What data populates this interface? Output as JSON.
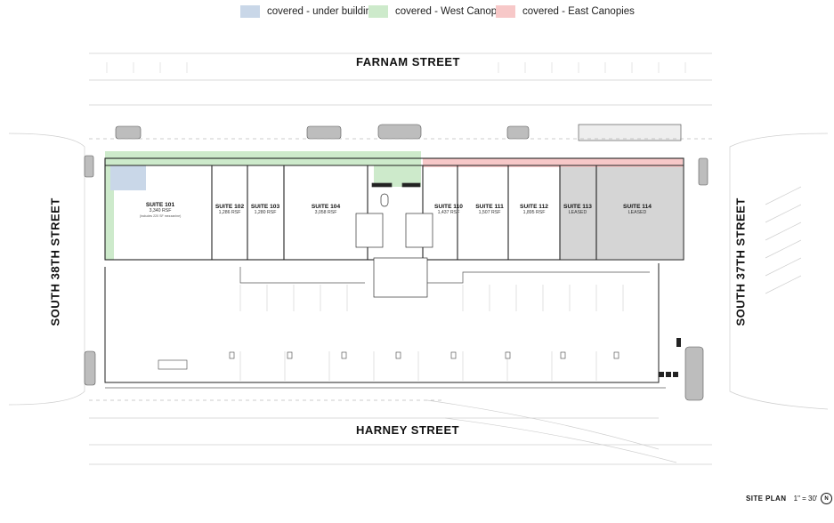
{
  "legend": [
    {
      "label": "covered - under building",
      "color": "#c9d7e8"
    },
    {
      "label": "covered - West Canopy",
      "color": "#cdeacb"
    },
    {
      "label": "covered - East Canopies",
      "color": "#f7c8c8"
    }
  ],
  "streets": {
    "north": "FARNAM STREET",
    "south": "HARNEY STREET",
    "west": "SOUTH 38TH STREET",
    "east": "SOUTH 37TH STREET"
  },
  "suites": [
    {
      "name": "SUITE 101",
      "detail": "3,340 RSF",
      "note": "(includes 220 SF mezzanine)"
    },
    {
      "name": "SUITE 102",
      "detail": "1,286 RSF"
    },
    {
      "name": "SUITE 103",
      "detail": "1,280 RSF"
    },
    {
      "name": "SUITE 104",
      "detail": "3,058 RSF"
    },
    {
      "name": "SUITE 110",
      "detail": "1,437 RSF"
    },
    {
      "name": "SUITE 111",
      "detail": "1,507 RSF"
    },
    {
      "name": "SUITE 112",
      "detail": "1,895 RSF"
    },
    {
      "name": "SUITE 113",
      "detail": "LEASED"
    },
    {
      "name": "SUITE 114",
      "detail": "LEASED"
    }
  ],
  "colors": {
    "leased": "#d5d5d5",
    "wall": "#222222",
    "line": "#bbbbbb"
  },
  "footer": {
    "title": "SITE PLAN",
    "scale": "1\" = 30'",
    "north": "N"
  }
}
